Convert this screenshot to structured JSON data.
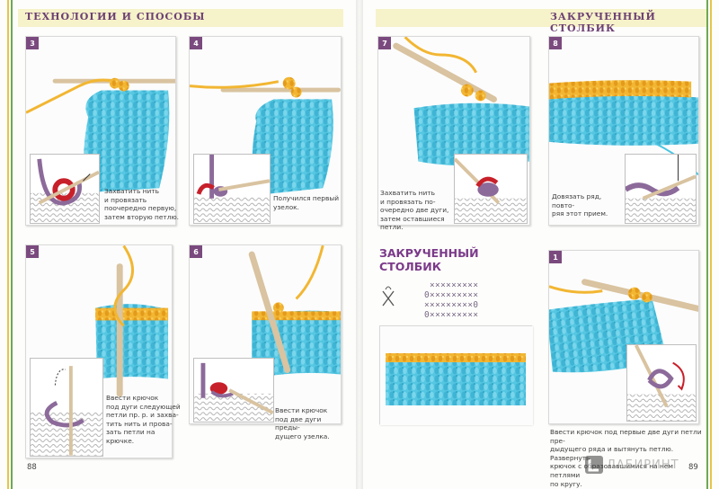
{
  "header": {
    "left_title": "ТЕХНОЛОГИИ И СПОСОБЫ",
    "right_title": "ЗАКРУЧЕННЫЙ СТОЛБИК"
  },
  "steps": [
    {
      "num": "3",
      "caption": "Захватить нить\nи провязать\nпоочередно первую,\nзатем вторую петлю."
    },
    {
      "num": "4",
      "caption": "Получился первый\nузелок."
    },
    {
      "num": "5",
      "caption": "Ввести крючок\nпод дуги следующей\nпетли пр. р. и захва-\nтить нить и прова-\nзать петли на крючке."
    },
    {
      "num": "6",
      "caption": "Ввести крючок\nпод две дуги преды-\nдущего узелка."
    },
    {
      "num": "7",
      "caption": "Захватить нить\nи провязать по-\nочередно две дуги,\nзатем оставшиеся\nпетли."
    },
    {
      "num": "8",
      "caption": "Довязать ряд, повто-\nряя этот прием."
    },
    {
      "num": "1",
      "caption": "Ввести крючок под первые две дуги петли пре-\nдыдущего ряда и вытянуть петлю. Развернуть\nкрючок с образовавшимися на нем петлями\nпо кругу."
    }
  ],
  "stitch_section": {
    "title_line1": "ЗАКРУЧЕННЫЙ",
    "title_line2": "СТОЛБИК"
  },
  "symbol_chart": {
    "rows": [
      "×××××××××",
      "0×××××××××",
      "×××××××××0",
      "0×××××××××"
    ]
  },
  "page_numbers": {
    "left": "88",
    "right": "89"
  },
  "watermark": {
    "text": "ЛАБИРИНТ"
  },
  "colors": {
    "header_band": "#f6f2c9",
    "title_purple": "#6c3f73",
    "step_badge": "#7a4a7e",
    "yarn_blue": "#4bc4e0",
    "yarn_yellow": "#f2b632",
    "hook": "#d9c3a0",
    "diagram_purple": "#8c6a9a",
    "diagram_red": "#c8202a"
  }
}
